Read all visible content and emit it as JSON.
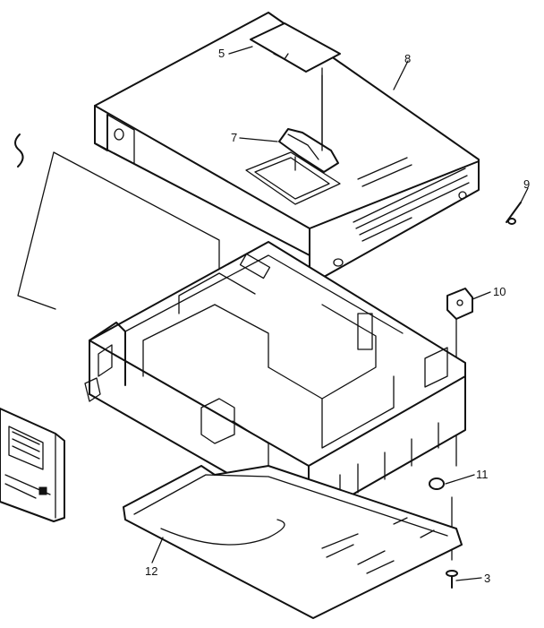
{
  "callouts": [
    {
      "id": "5",
      "label": "5"
    },
    {
      "id": "8",
      "label": "8"
    },
    {
      "id": "7",
      "label": "7"
    },
    {
      "id": "9",
      "label": "9"
    },
    {
      "id": "10",
      "label": "10"
    },
    {
      "id": "11",
      "label": "11"
    },
    {
      "id": "12",
      "label": "12"
    },
    {
      "id": "3",
      "label": "3"
    }
  ]
}
